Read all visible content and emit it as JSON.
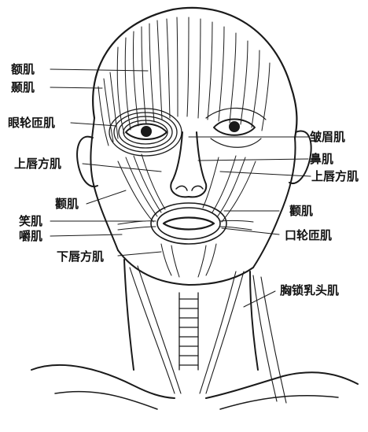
{
  "diagram": {
    "labels_left": [
      {
        "id": "frontalis",
        "text": "额肌"
      },
      {
        "id": "temporalis",
        "text": "颞肌"
      },
      {
        "id": "orbicularis-oculi",
        "text": "眼轮匝肌"
      },
      {
        "id": "levator-labii-left",
        "text": "上唇方肌"
      },
      {
        "id": "zygomaticus-left",
        "text": "颧肌"
      },
      {
        "id": "risorius",
        "text": "笑肌"
      },
      {
        "id": "masseter",
        "text": "嚼肌"
      },
      {
        "id": "depressor-labii",
        "text": "下唇方肌"
      }
    ],
    "labels_right": [
      {
        "id": "corrugator",
        "text": "皱眉肌"
      },
      {
        "id": "nasalis",
        "text": "鼻肌"
      },
      {
        "id": "levator-labii-right",
        "text": "上唇方肌"
      },
      {
        "id": "zygomaticus-right",
        "text": "颧肌"
      },
      {
        "id": "orbicularis-oris",
        "text": "口轮匝肌"
      },
      {
        "id": "sternocleidomastoid",
        "text": "胸锁乳头肌"
      }
    ],
    "colors": {
      "ink": "#1a1a1a",
      "background": "#ffffff"
    }
  }
}
